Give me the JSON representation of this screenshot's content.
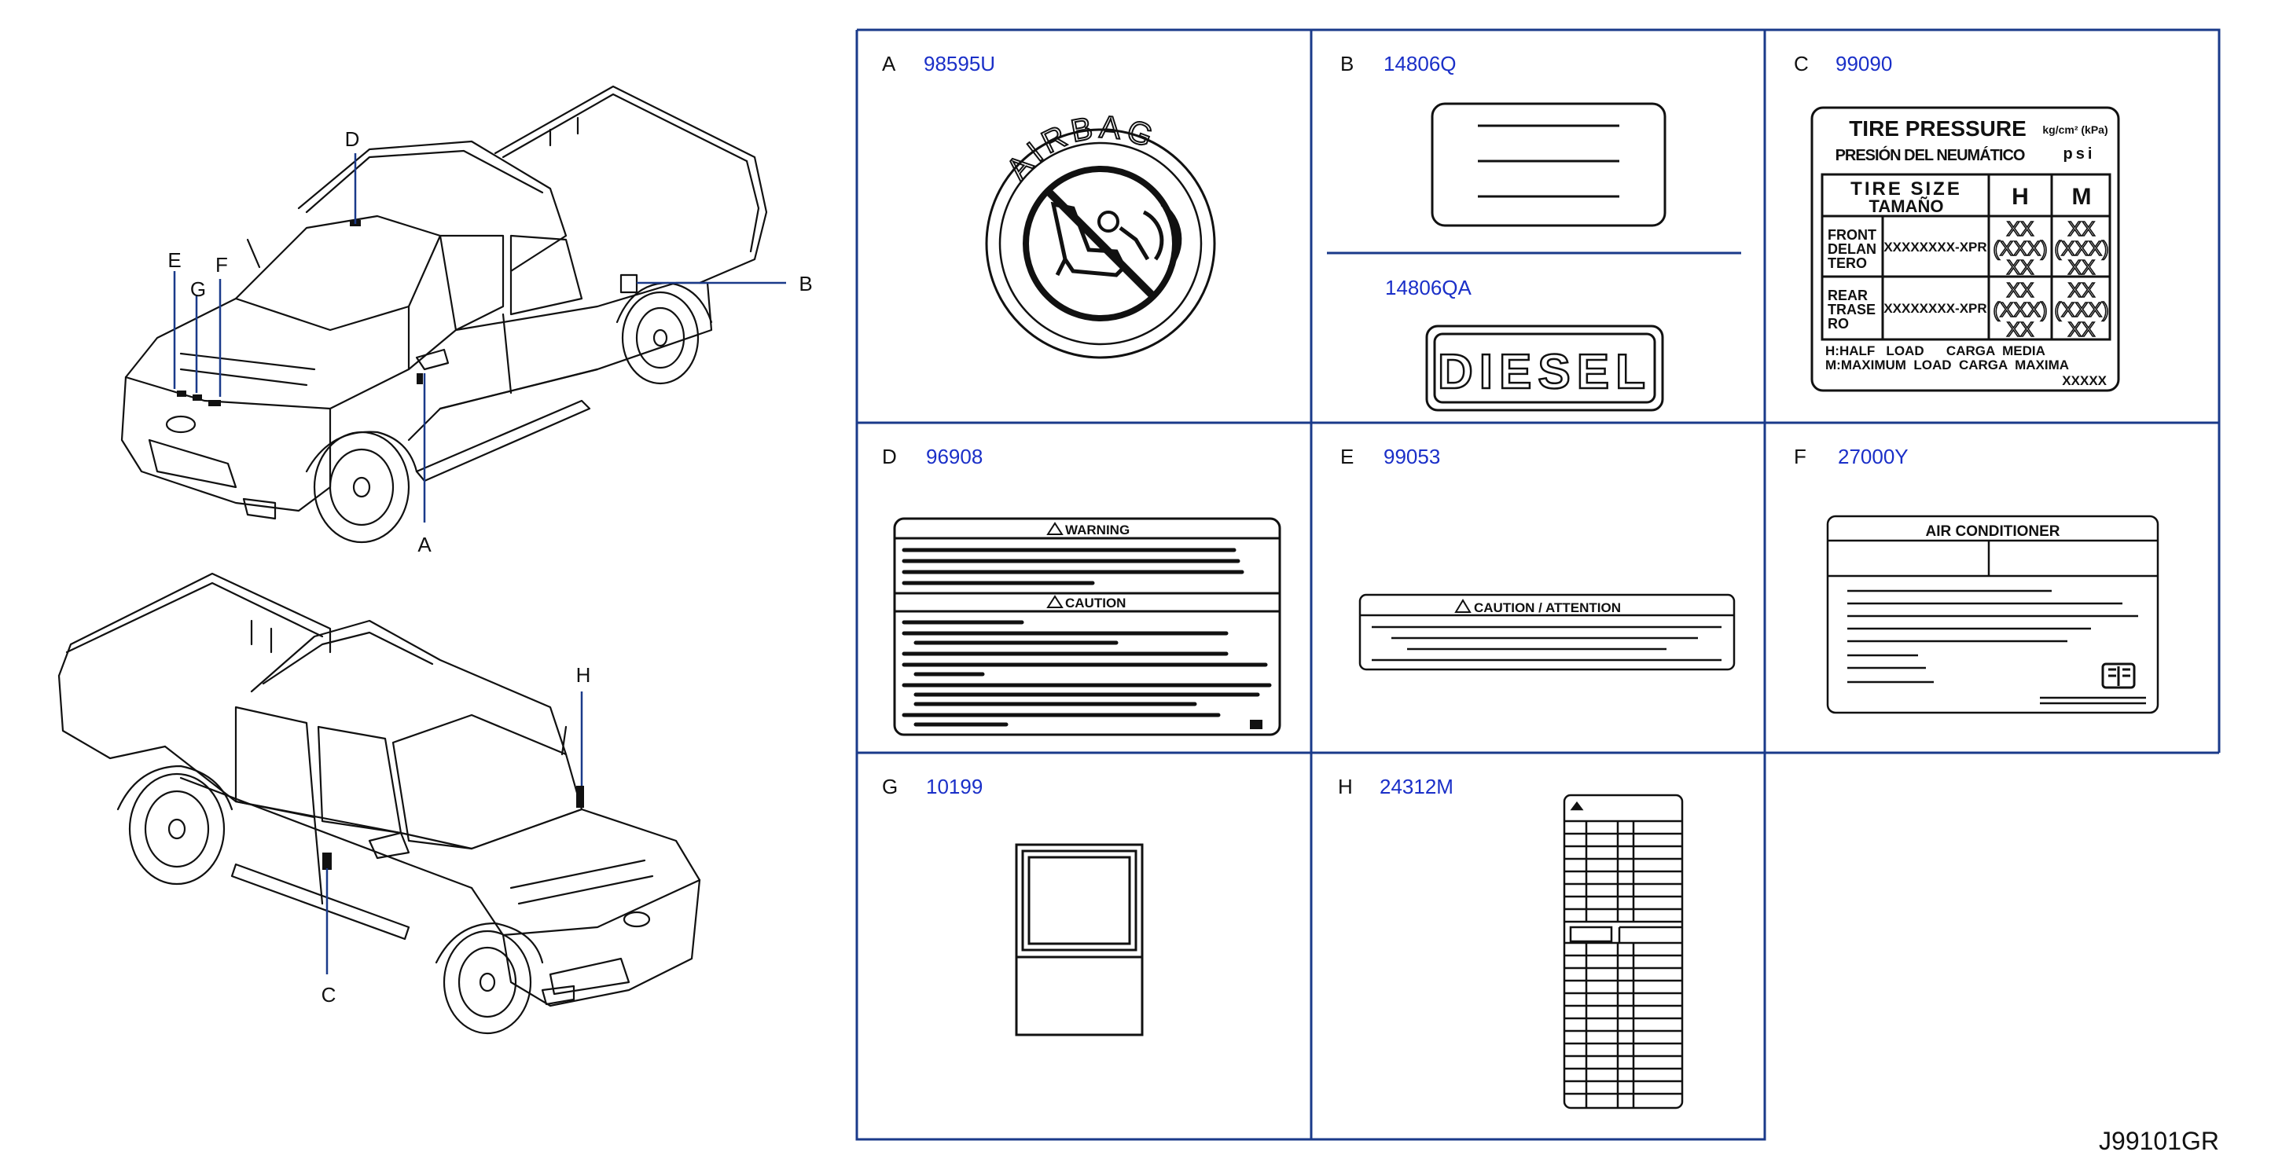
{
  "callouts": {
    "A": "A",
    "B": "B",
    "C": "C",
    "D": "D",
    "E": "E",
    "F": "F",
    "G": "G",
    "H": "H"
  },
  "cells": [
    {
      "letter": "A",
      "part": "98595U"
    },
    {
      "letter": "B",
      "part": "14806Q",
      "part2": "14806QA"
    },
    {
      "letter": "C",
      "part": "99090"
    },
    {
      "letter": "D",
      "part": "96908"
    },
    {
      "letter": "E",
      "part": "99053"
    },
    {
      "letter": "F",
      "part": "27000Y"
    },
    {
      "letter": "G",
      "part": "10199"
    },
    {
      "letter": "H",
      "part": "24312M"
    }
  ],
  "labels": {
    "airbag": "AIRBAG",
    "diesel": "DIESEL",
    "tire": {
      "title": "TIRE PRESSURE",
      "unit1": "kg/cm² (kPa)",
      "subtitle": "PRESIÓN DEL NEUMÁTICO",
      "unit2": "psi",
      "size": "TIRE SIZE",
      "size_es": "TAMAÑO",
      "h": "H",
      "m": "M",
      "front": "FRONT",
      "front_es1": "DELAN",
      "front_es2": "TERO",
      "rear": "REAR",
      "rear_es1": "TRASE",
      "rear_es2": "RO",
      "tirecode": "XXXXXXXX-XPR",
      "xx": "XX",
      "xxx": "(XXX)",
      "half": "H:HALF   LOAD      CARGA  MEDIA",
      "max": "M:MAXIMUM  LOAD  CARGA  MAXIMA",
      "code": "XXXXX"
    },
    "warning": "WARNING",
    "caution": "CAUTION",
    "caution_attention": "CAUTION / ATTENTION",
    "air_conditioner": "AIR CONDITIONER"
  },
  "diagram_code": "J99101GR"
}
